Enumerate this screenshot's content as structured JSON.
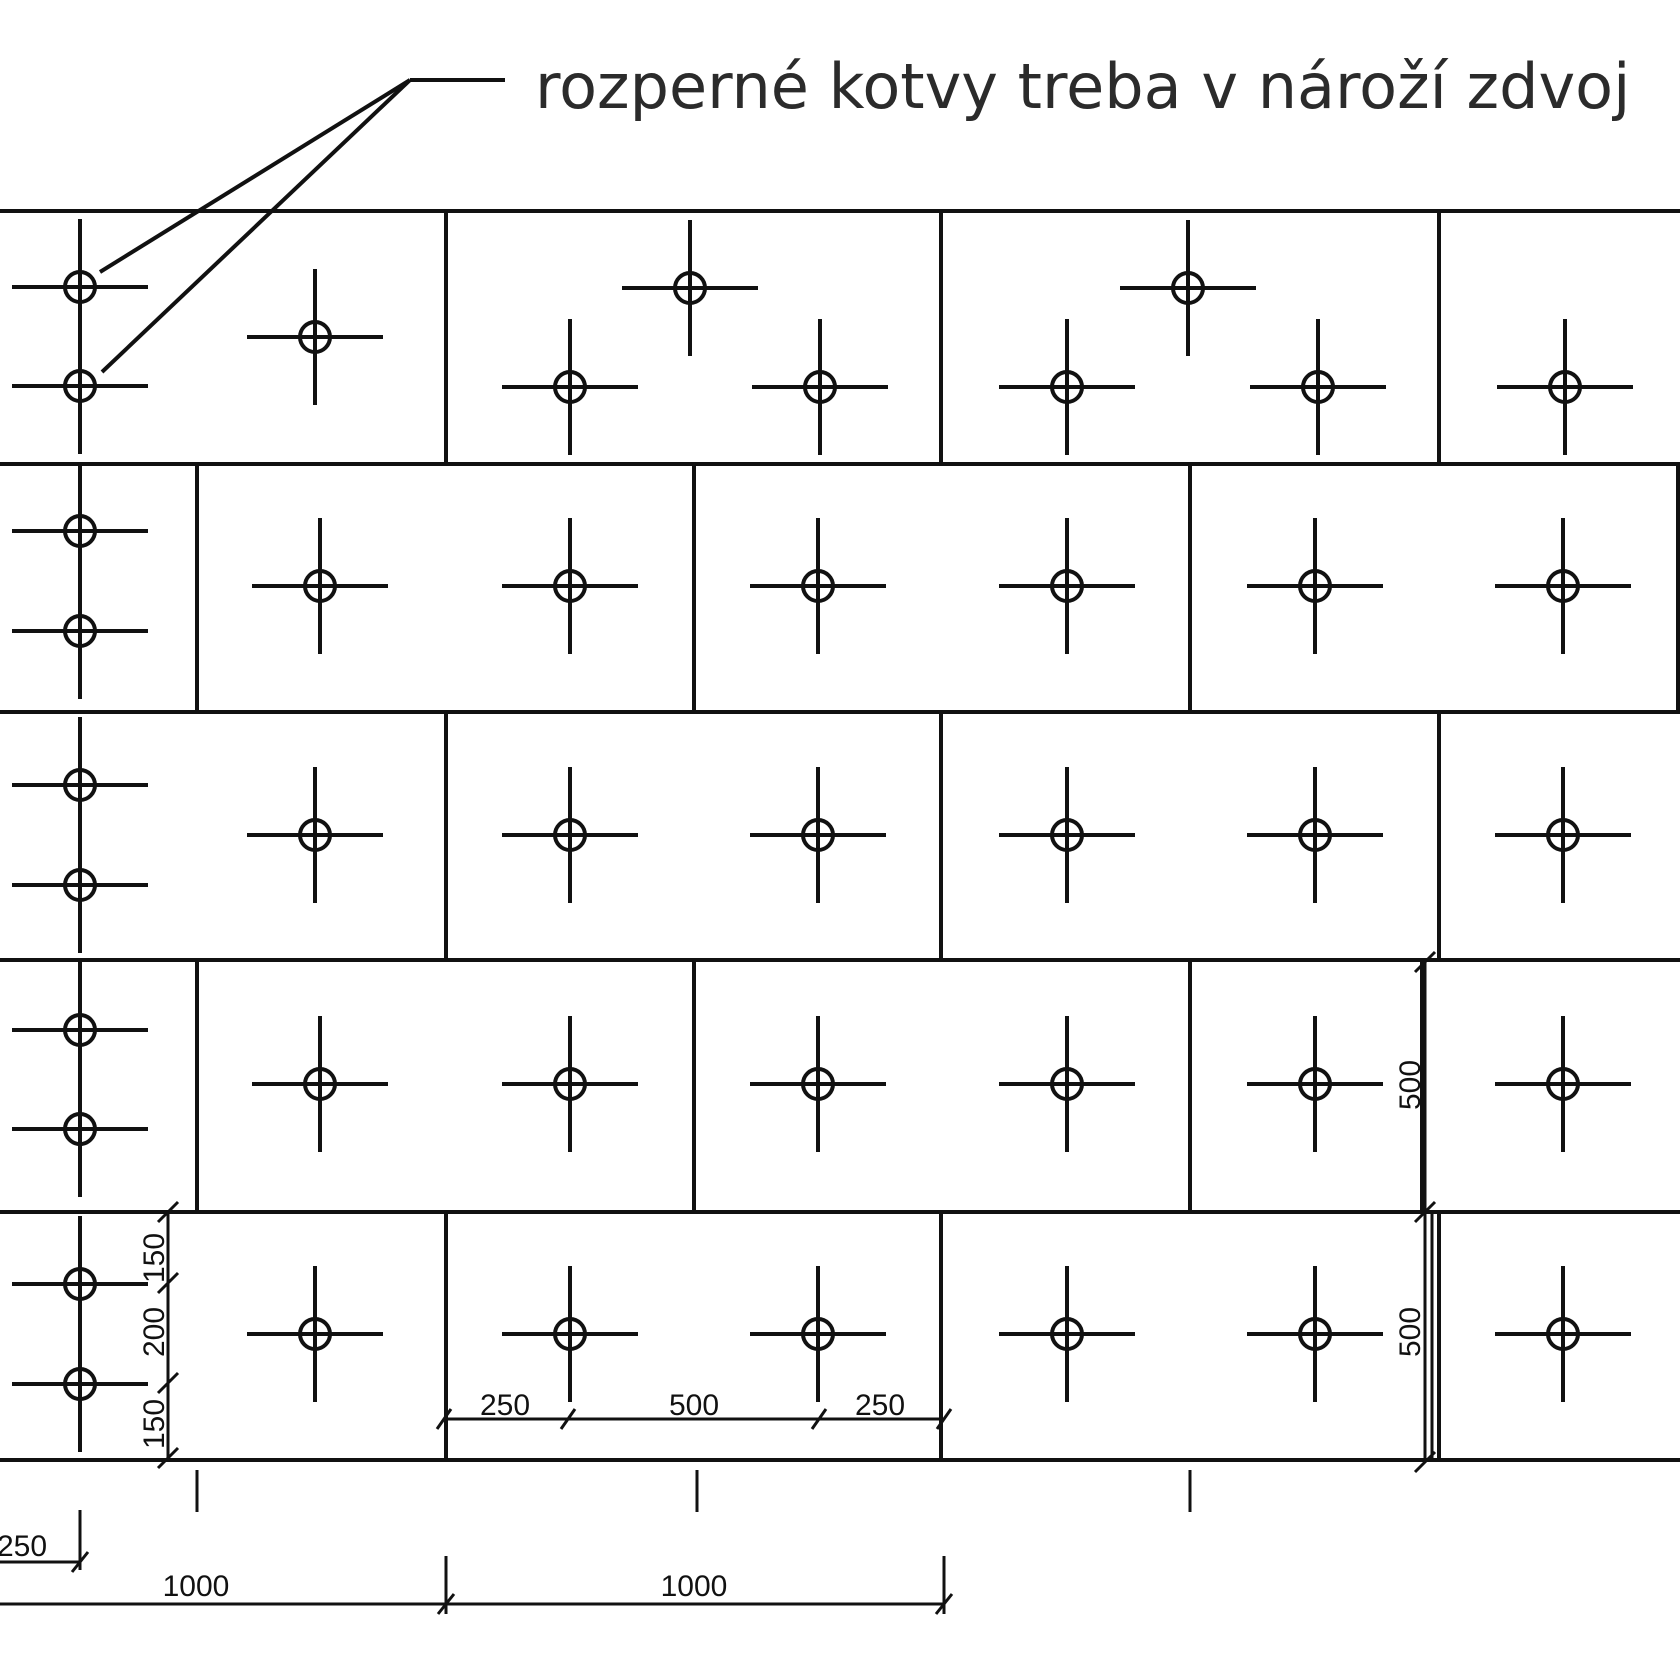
{
  "annotation": {
    "text": "rozperné kotvy treba v nároží zdvoj"
  },
  "dimensions": {
    "anchor_vertical_top": "150",
    "anchor_vertical_middle": "200",
    "anchor_vertical_bottom": "150",
    "anchor_horizontal_left": "250",
    "anchor_horizontal_middle": "500",
    "anchor_horizontal_right": "250",
    "row_height_upper": "500",
    "row_height_lower": "500",
    "corner_offset": "250",
    "board_width_first": "1000",
    "board_width_second": "1000"
  },
  "colors": {
    "line": "#111111",
    "text": "#2b2b2b",
    "background": "#ffffff"
  },
  "icons": {
    "anchor": "anchor-crosshair-icon"
  }
}
